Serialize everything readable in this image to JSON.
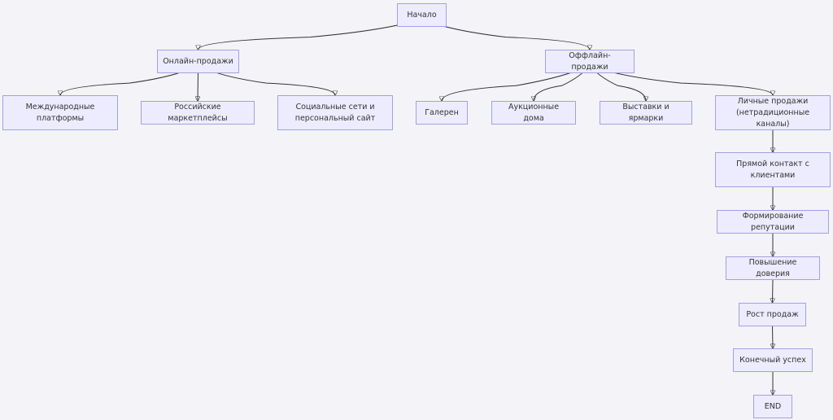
{
  "diagram": {
    "nodes": {
      "start": "Начало",
      "online": "Онлайн-продажи",
      "offline": "Оффлайн-продажи",
      "intl": "Международные платформы",
      "ru_market": "Российские маркетплейсы",
      "social": "Социальные сети и персональный сайт",
      "galleries": "Галерен",
      "auctions": "Аукционные дома",
      "fairs": "Выставки и ярмарки",
      "personal": "Личные продажи (нетрадиционные каналы)",
      "contact": "Прямой контакт с клиентами",
      "reputation": "Формирование репутации",
      "trust": "Повышение доверия",
      "growth": "Рост продаж",
      "success": "Конечный успех",
      "end": "END"
    },
    "edges": [
      [
        "start",
        "online"
      ],
      [
        "start",
        "offline"
      ],
      [
        "online",
        "intl"
      ],
      [
        "online",
        "ru_market"
      ],
      [
        "online",
        "social"
      ],
      [
        "offline",
        "galleries"
      ],
      [
        "offline",
        "auctions"
      ],
      [
        "offline",
        "fairs"
      ],
      [
        "offline",
        "personal"
      ],
      [
        "personal",
        "contact"
      ],
      [
        "contact",
        "reputation"
      ],
      [
        "reputation",
        "trust"
      ],
      [
        "trust",
        "growth"
      ],
      [
        "growth",
        "success"
      ],
      [
        "success",
        "end"
      ]
    ]
  }
}
